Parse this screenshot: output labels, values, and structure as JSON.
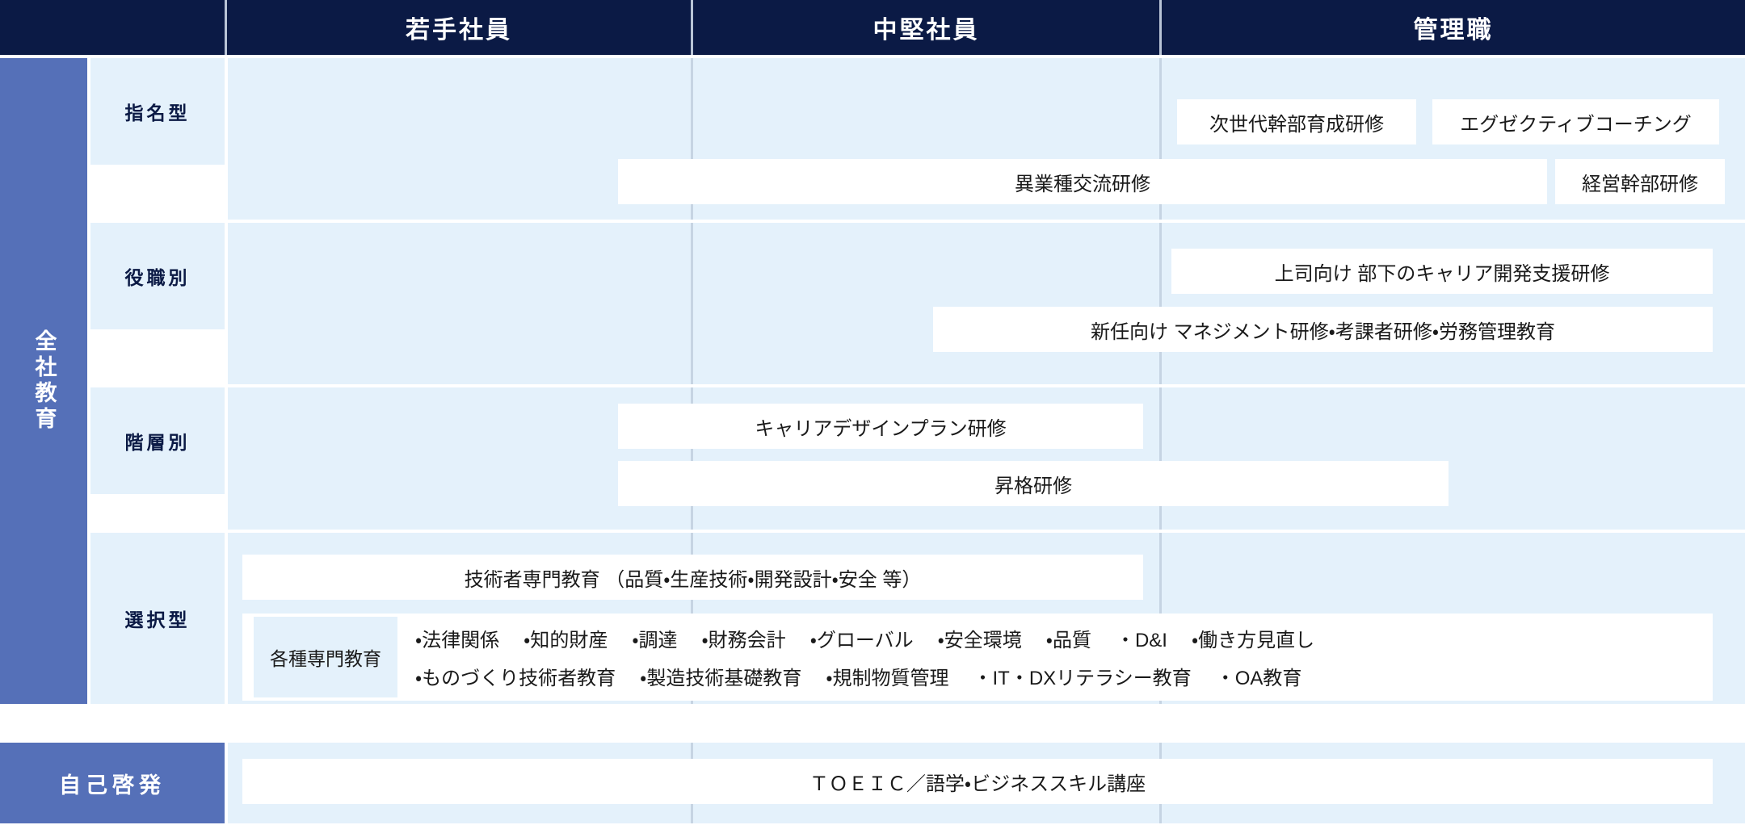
{
  "header": {
    "columns": [
      {
        "label": "若手社員"
      },
      {
        "label": "中堅社員"
      },
      {
        "label": "管理職"
      }
    ]
  },
  "left_bands": {
    "company_wide": "全社教育",
    "self_development": "自己啓発"
  },
  "categories": [
    {
      "label": "指名型"
    },
    {
      "label": "役職別"
    },
    {
      "label": "階層別"
    },
    {
      "label": "選択型"
    }
  ],
  "programs": {
    "shimeigata": [
      {
        "label": "次世代幹部育成研修"
      },
      {
        "label": "エグゼクティブコーチング"
      },
      {
        "label": "異業種交流研修"
      },
      {
        "label": "経営幹部研修"
      }
    ],
    "yakushokubetsu": [
      {
        "label": "上司向け 部下のキャリア開発支援研修"
      },
      {
        "label": "新任向け マネジメント研修・考課者研修・労務管理教育"
      }
    ],
    "kaisoubetsu": [
      {
        "label": "キャリアデザインプラン研修"
      },
      {
        "label": "昇格研修"
      }
    ],
    "sentakugata": [
      {
        "label": "技術者専門教育 （品質・生産技術・開発設計・安全 等）"
      }
    ],
    "specialized": {
      "label": "各種専門教育",
      "line1": [
        "・法律関係",
        "・知的財産",
        "・調達",
        "・財務会計",
        "・グローバル",
        "・安全環境",
        "・品質",
        "・D&I",
        "・働き方見直し"
      ],
      "line2": [
        "・ものづくり技術者教育",
        "・製造技術基礎教育",
        "・規制物質管理",
        "・IT・DXリテラシー教育",
        "・OA教育"
      ]
    },
    "jiko_keihatsu": [
      {
        "label": "ＴＯＥＩＣ／語学・ビジネススキル講座"
      }
    ]
  },
  "colors": {
    "header_navy": "#0b1a45",
    "band_blue": "#5570b8",
    "panel_light": "#e4f1fb",
    "bar_white": "#ffffff",
    "divider": "#c6d4e3"
  }
}
